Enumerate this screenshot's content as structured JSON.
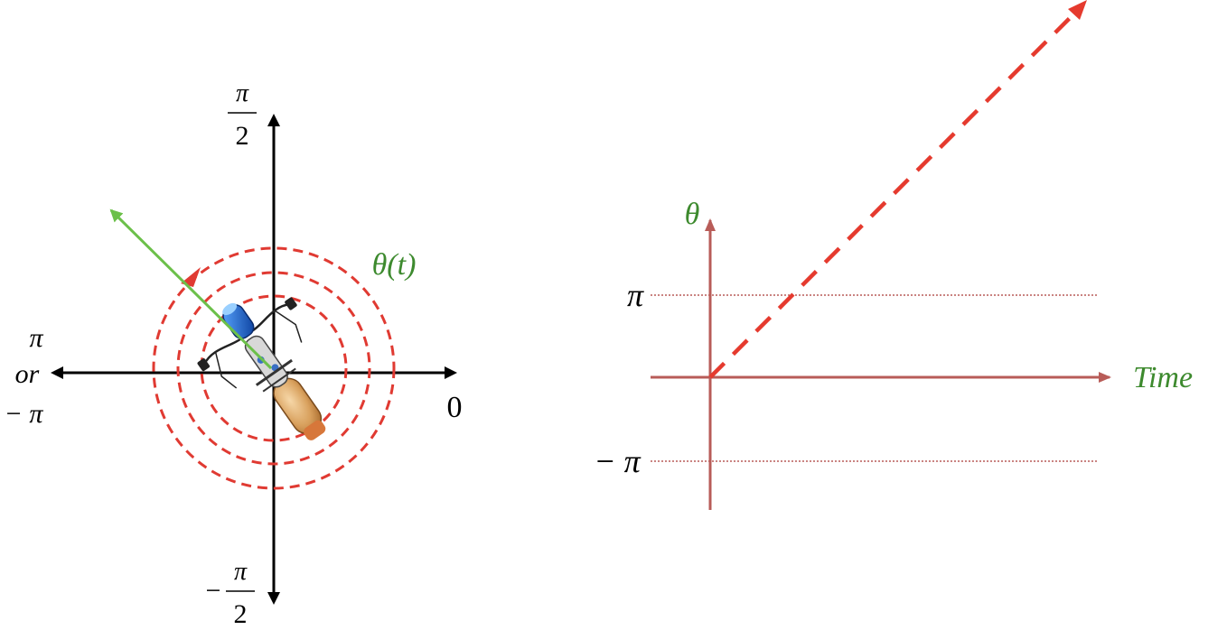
{
  "polar_diagram": {
    "label_top_num": "π",
    "label_top_den": "2",
    "label_bottom_sign": "−",
    "label_bottom_num": "π",
    "label_bottom_den": "2",
    "label_right": "0",
    "label_left_pi": "π",
    "label_left_or": "or",
    "label_left_neg_pi": "− π",
    "angle_label": "θ(t)",
    "heading_arrow_color": "#6cc04a",
    "ring_color": "#e03a32",
    "axis_color": "#000000",
    "vehicle_icon": "motorcycle-top-view"
  },
  "time_plot": {
    "y_label": "θ",
    "x_label": "Time",
    "pi_label": "π",
    "neg_pi_label": "− π",
    "axis_color": "#b85c58",
    "label_color": "#3d8a2e",
    "trend_color": "#e53a2e",
    "trend_style": "dashed"
  }
}
